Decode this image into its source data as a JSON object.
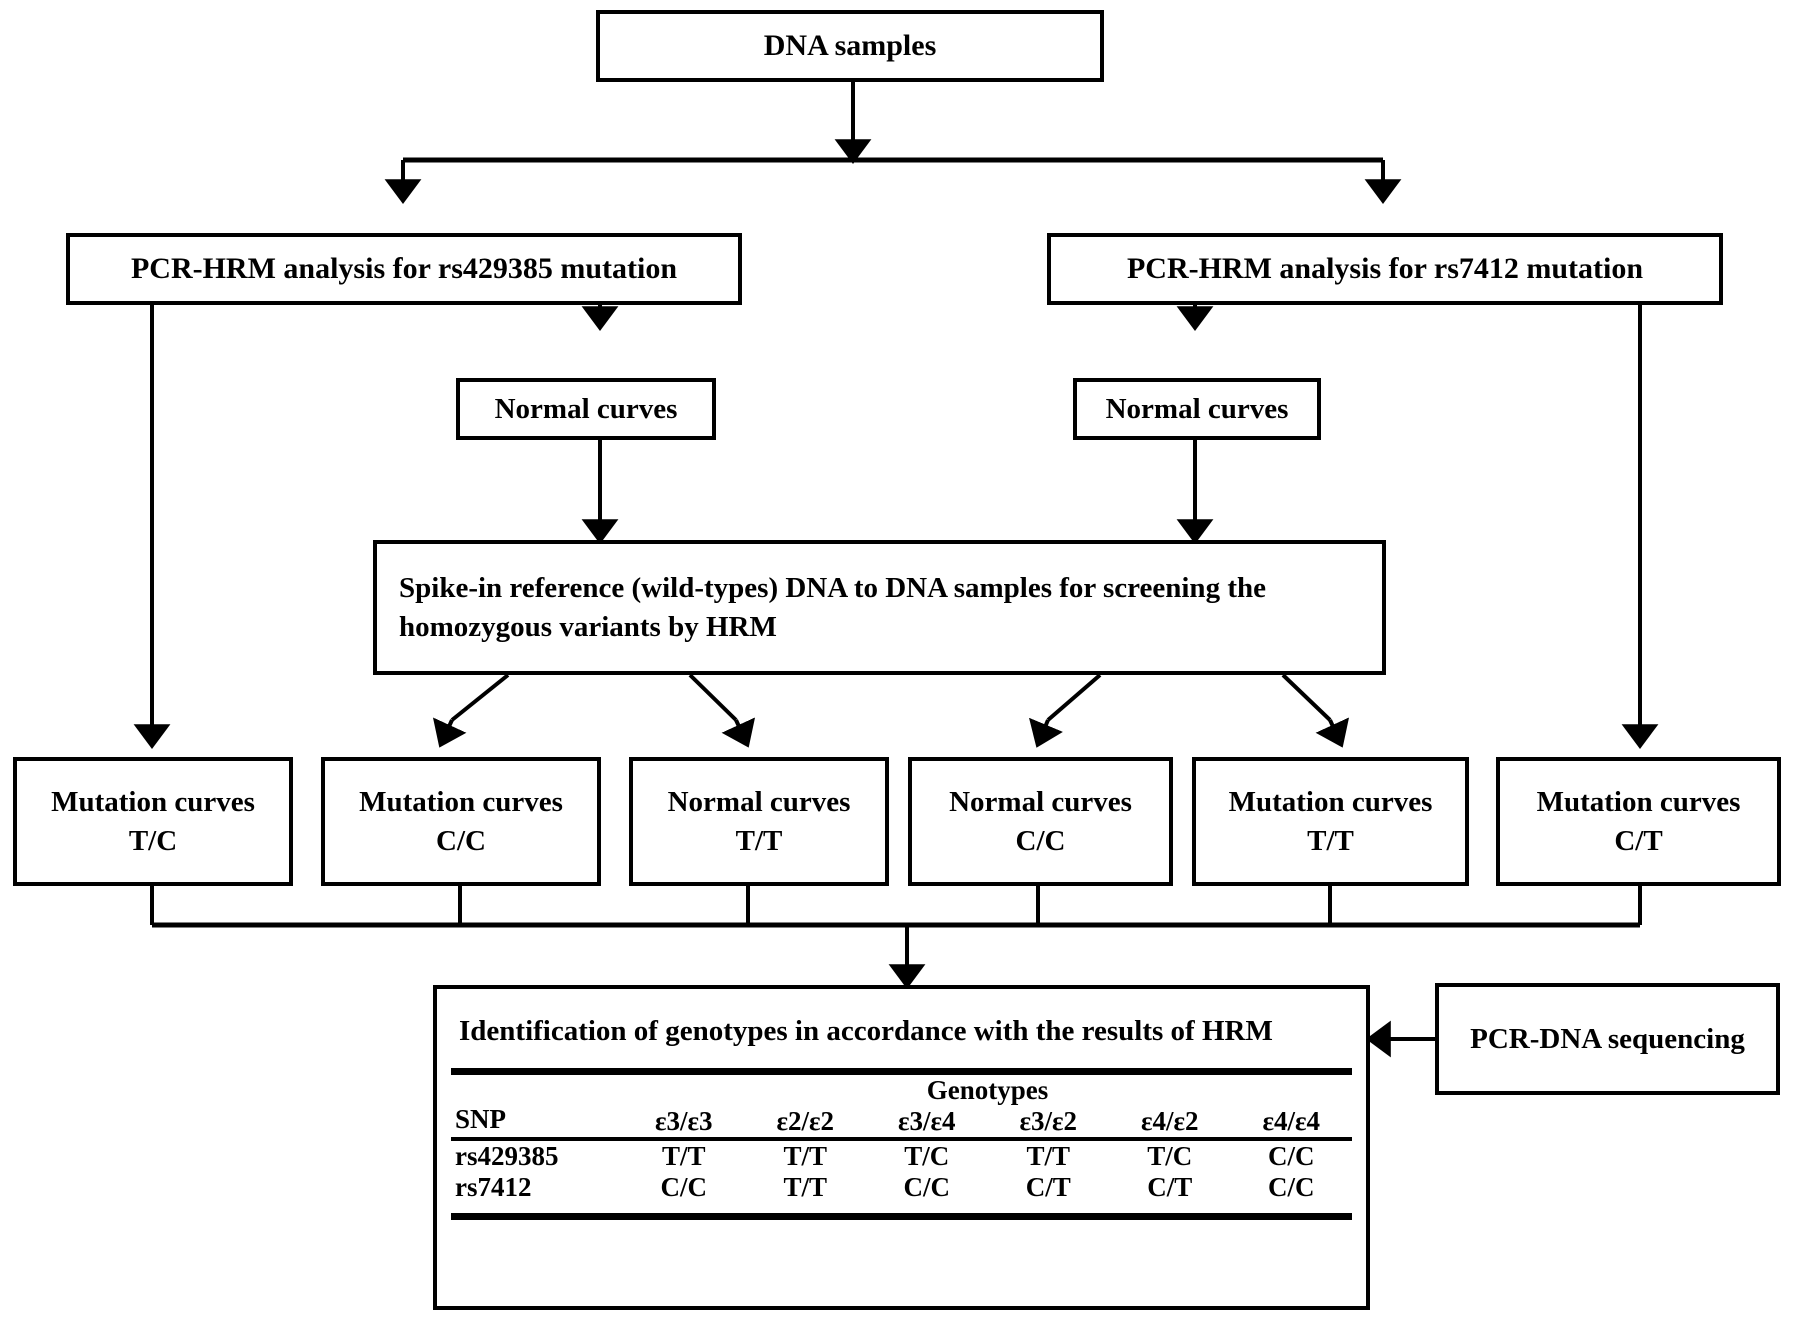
{
  "diagram": {
    "title_node": {
      "label": "DNA samples"
    },
    "assay_nodes": [
      {
        "label": "PCR-HRM analysis for rs429385 mutation"
      },
      {
        "label": "PCR-HRM analysis for rs7412 mutation"
      }
    ],
    "normal_curve_nodes": [
      {
        "label": "Normal curves"
      },
      {
        "label": "Normal curves"
      }
    ],
    "spikein_node": {
      "line1": "Spike-in reference (wild-types) DNA to DNA samples for screening the",
      "line2": "homozygous variants by HRM"
    },
    "result_nodes": [
      {
        "curve": "Mutation curves",
        "genotype": "T/C"
      },
      {
        "curve": "Mutation curves",
        "genotype": "C/C"
      },
      {
        "curve": "Normal curves",
        "genotype": "T/T"
      },
      {
        "curve": "Normal curves",
        "genotype": "C/C"
      },
      {
        "curve": "Mutation curves",
        "genotype": "T/T"
      },
      {
        "curve": "Mutation curves",
        "genotype": "C/T"
      }
    ],
    "sequencing_node": {
      "label": "PCR-DNA sequencing"
    },
    "identification_node": {
      "title": "Identification of genotypes in accordance with the results of HRM",
      "table": {
        "snp_header": "SNP",
        "group_header": "Genotypes",
        "genotype_columns": [
          "ε3/ε3",
          "ε2/ε2",
          "ε3/ε4",
          "ε3/ε2",
          "ε4/ε2",
          "ε4/ε4"
        ],
        "rows": [
          {
            "snp": "rs429385",
            "values": [
              "T/T",
              "T/T",
              "T/C",
              "T/T",
              "T/C",
              "C/C"
            ]
          },
          {
            "snp": "rs7412",
            "values": [
              "C/C",
              "T/T",
              "C/C",
              "C/T",
              "C/T",
              "C/C"
            ]
          }
        ]
      }
    },
    "colors": {
      "stroke": "#000000",
      "fill": "#ffffff"
    }
  }
}
